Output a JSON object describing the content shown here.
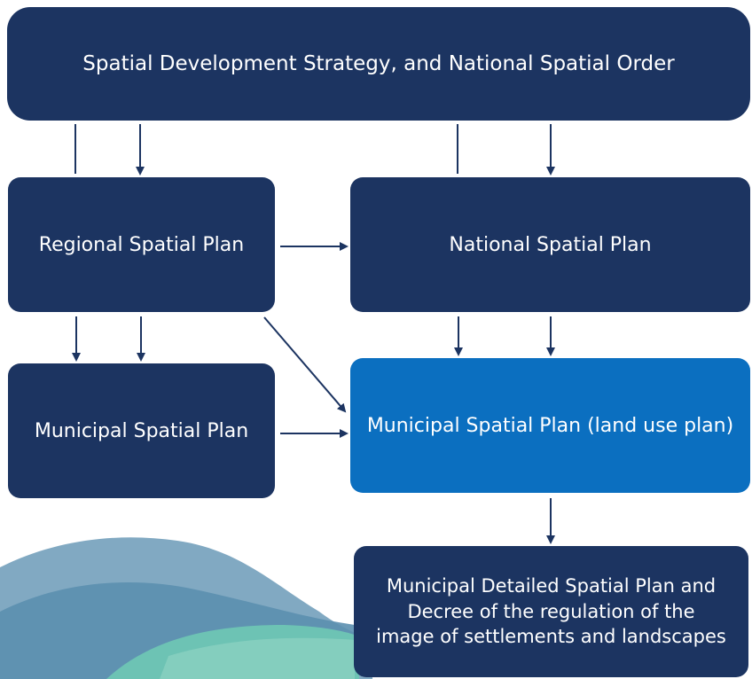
{
  "boxes": {
    "top": "Spatial Development Strategy, and National Spatial Order",
    "regional": "Regional Spatial Plan",
    "national": "National Spatial Plan",
    "municipal": "Municipal Spatial Plan",
    "landuse": "Municipal Spatial Plan (land use plan)",
    "detailed": [
      "Municipal Detailed Spatial Plan and",
      "Decree of the regulation of the",
      "image of settlements and landscapes"
    ]
  },
  "colors": {
    "box": "#1c3461",
    "highlight_box": "#0b6fc0",
    "arrow": "#1c3461",
    "landscape_hill": "#5b95b4",
    "landscape_green": "#6dc3b4"
  }
}
